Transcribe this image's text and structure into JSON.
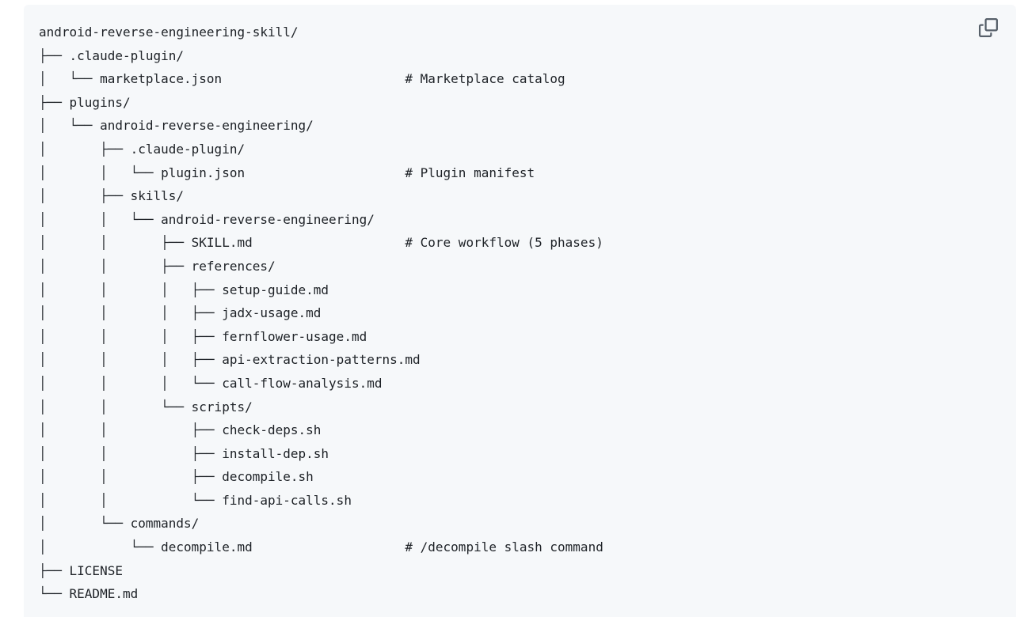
{
  "code_block": {
    "content_type": "directory-tree",
    "lines": [
      "android-reverse-engineering-skill/",
      "├── .claude-plugin/",
      "│   └── marketplace.json                        # Marketplace catalog",
      "├── plugins/",
      "│   └── android-reverse-engineering/",
      "│       ├── .claude-plugin/",
      "│       │   └── plugin.json                     # Plugin manifest",
      "│       ├── skills/",
      "│       │   └── android-reverse-engineering/",
      "│       │       ├── SKILL.md                    # Core workflow (5 phases)",
      "│       │       ├── references/",
      "│       │       │   ├── setup-guide.md",
      "│       │       │   ├── jadx-usage.md",
      "│       │       │   ├── fernflower-usage.md",
      "│       │       │   ├── api-extraction-patterns.md",
      "│       │       │   └── call-flow-analysis.md",
      "│       │       └── scripts/",
      "│       │           ├── check-deps.sh",
      "│       │           ├── install-dep.sh",
      "│       │           ├── decompile.sh",
      "│       │           └── find-api-calls.sh",
      "│       └── commands/",
      "│           └── decompile.md                    # /decompile slash command",
      "├── LICENSE",
      "└── README.md"
    ],
    "comments": [
      "# Marketplace catalog",
      "# Plugin manifest",
      "# Core workflow (5 phases)",
      "# /decompile slash command"
    ],
    "copy_button": {
      "aria_label": "Copy",
      "icon": "copy-icon"
    }
  },
  "colors": {
    "page_background": "#ffffff",
    "block_background": "#f6f8fa",
    "text": "#1f2328",
    "icon": "#57606a"
  }
}
